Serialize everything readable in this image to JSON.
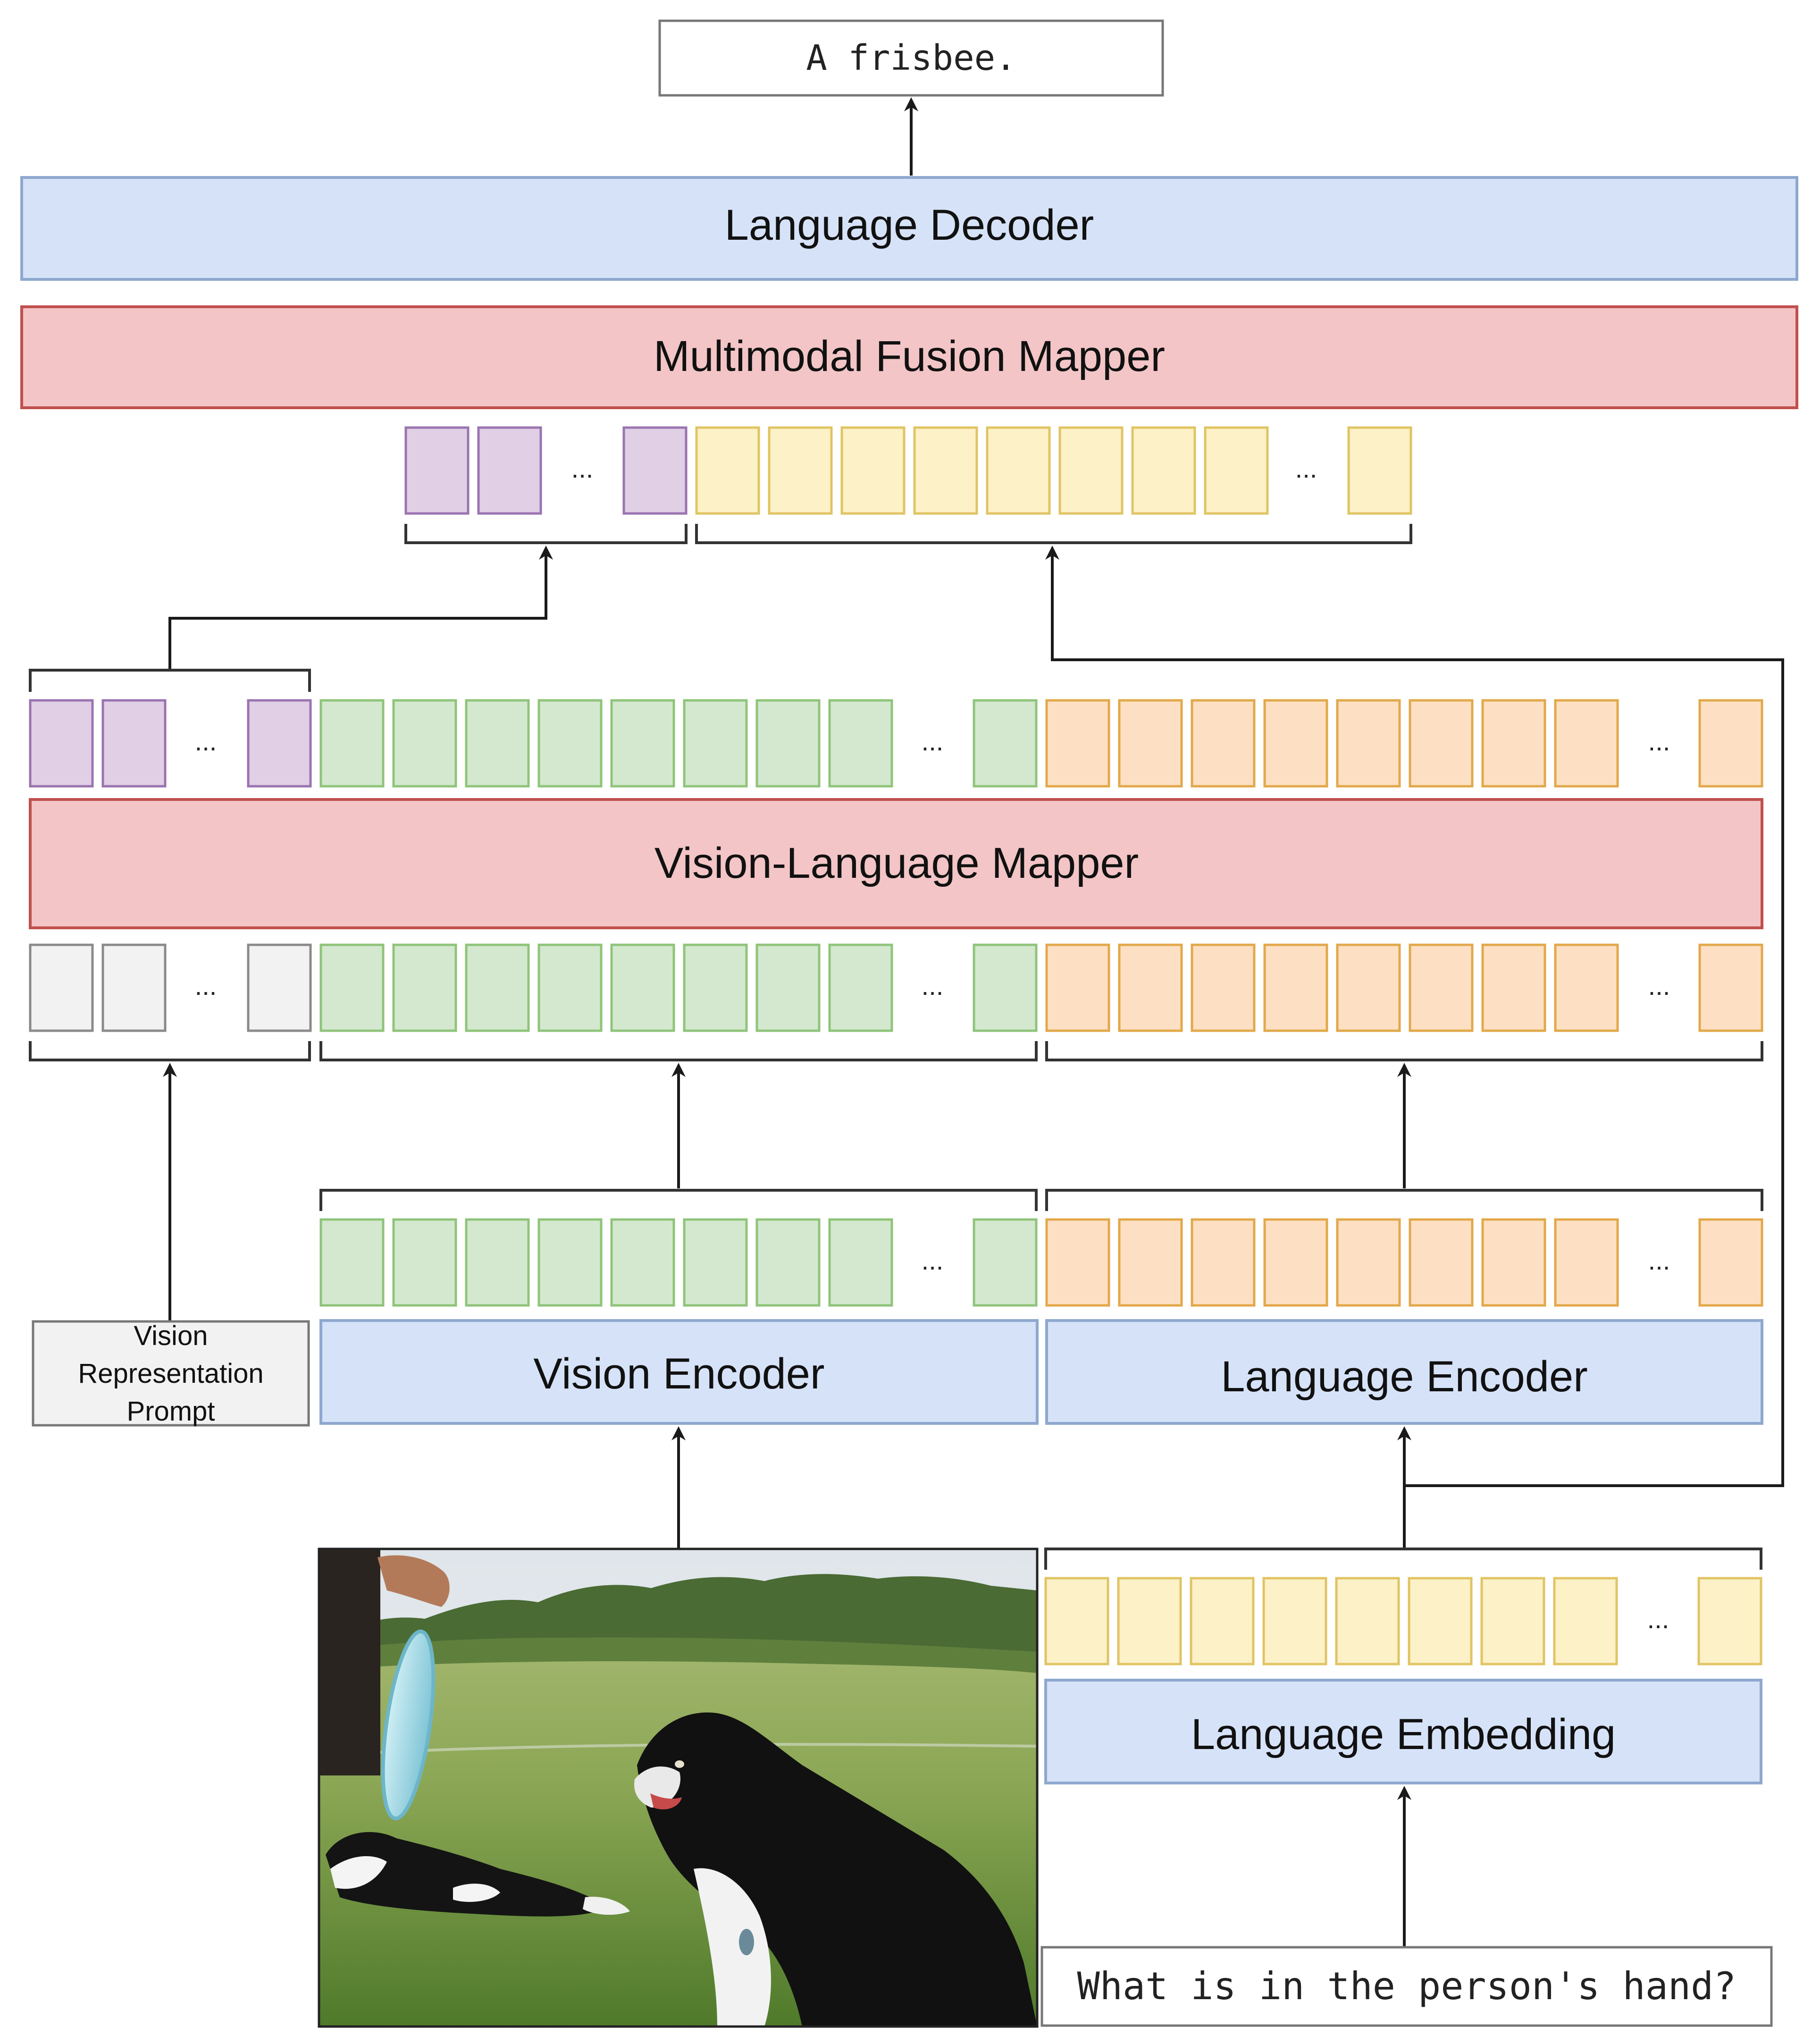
{
  "output_text": "A frisbee.",
  "question_text": "What is in the person's hand?",
  "modules": {
    "language_decoder": "Language Decoder",
    "multimodal_fusion_mapper": "Multimodal Fusion Mapper",
    "vision_language_mapper": "Vision-Language Mapper",
    "vision_encoder": "Vision Encoder",
    "language_encoder": "Language Encoder",
    "language_embedding": "Language Embedding"
  },
  "prompt_box": {
    "line1": "Vision",
    "line2": "Representation",
    "line3": "Prompt"
  },
  "ellipsis": "...",
  "colors": {
    "blue_fill": "#d6e2f8",
    "blue_stroke": "#8ea8cf",
    "red_fill": "#f3c5c6",
    "red_stroke": "#c0504d",
    "purple_fill": "#e0cfe5",
    "purple_stroke": "#9a73b0",
    "green_fill": "#d4e8cf",
    "green_stroke": "#8fc47a",
    "orange_fill": "#fde0c4",
    "orange_stroke": "#e2a84a",
    "yellow_fill": "#fcf1c7",
    "yellow_stroke": "#e0c463",
    "gray_fill": "#f2f2f2",
    "gray_stroke": "#8a8a8a"
  },
  "image_content": "photo-border-collie-with-frisbee"
}
